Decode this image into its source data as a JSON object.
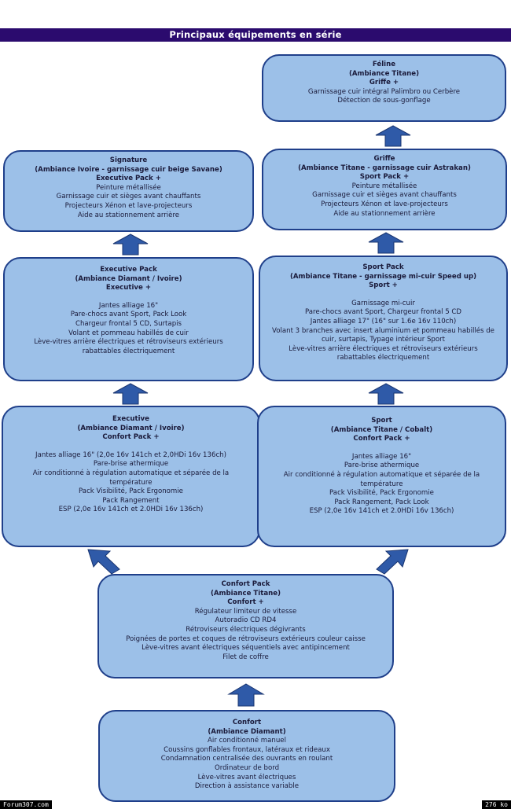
{
  "page_title": "Principaux équipements en série",
  "boxes": {
    "feline": {
      "title": [
        "Féline",
        "(Ambiance Titane)",
        "Griffe +"
      ],
      "items": [
        "Garnissage cuir intégral Palimbro ou Cerbère",
        "Détection de sous-gonflage"
      ]
    },
    "signature": {
      "title": [
        "Signature",
        "(Ambiance Ivoire - garnissage cuir beige Savane)",
        "Executive Pack +"
      ],
      "items": [
        "Peinture métallisée",
        "Garnissage cuir et sièges avant chauffants",
        "Projecteurs Xénon et lave-projecteurs",
        "Aide au stationnement arrière"
      ]
    },
    "griffe": {
      "title": [
        "Griffe",
        "(Ambiance Titane - garnissage cuir Astrakan)",
        "Sport Pack +"
      ],
      "items": [
        "Peinture métallisée",
        "Garnissage cuir et sièges avant chauffants",
        "Projecteurs Xénon et lave-projecteurs",
        "Aide au stationnement arrière"
      ]
    },
    "executive_pack": {
      "title": [
        "Executive Pack",
        "(Ambiance Diamant / Ivoire)",
        "Executive +"
      ],
      "items": [
        "Jantes alliage 16\"",
        "Pare-chocs avant Sport, Pack Look",
        "Chargeur frontal 5 CD, Surtapis",
        "Volant et pommeau habillés de cuir",
        "Lève-vitres arrière électriques et rétroviseurs extérieurs",
        "rabattables électriquement"
      ]
    },
    "sport_pack": {
      "title": [
        "Sport Pack",
        "(Ambiance Titane - garnissage mi-cuir Speed up)",
        "Sport +"
      ],
      "items": [
        "Garnissage mi-cuir",
        "Pare-chocs avant Sport, Chargeur frontal 5 CD",
        "Jantes alliage 17\" (16\" sur 1.6e 16v 110ch)",
        "Volant 3 branches avec insert aluminium et pommeau habillés de",
        "cuir, surtapis, Typage intérieur Sport",
        "Lève-vitres arrière électriques et rétroviseurs extérieurs",
        "rabattables électriquement"
      ]
    },
    "executive": {
      "title": [
        "Executive",
        "(Ambiance Diamant / Ivoire)",
        "Confort Pack +"
      ],
      "items": [
        "Jantes alliage 16\" (2,0e 16v 141ch et 2,0HDi 16v 136ch)",
        "Pare-brise athermique",
        "Air conditionné à régulation automatique et séparée de la",
        "température",
        "Pack Visibilité, Pack Ergonomie",
        "Pack Rangement",
        "ESP (2,0e 16v 141ch et 2.0HDi 16v 136ch)"
      ]
    },
    "sport": {
      "title": [
        "Sport",
        "(Ambiance Titane / Cobalt)",
        "Confort Pack +"
      ],
      "items": [
        "Jantes alliage 16\"",
        "Pare-brise athermique",
        "Air conditionné à régulation automatique et séparée de la",
        "température",
        "Pack Visibilité, Pack Ergonomie",
        "Pack Rangement, Pack Look",
        "ESP (2,0e 16v 141ch et 2.0HDi 16v 136ch)"
      ]
    },
    "confort_pack": {
      "title": [
        "Confort Pack",
        "(Ambiance Titane)",
        "Confort +"
      ],
      "items": [
        "Régulateur limiteur de vitesse",
        "Autoradio CD RD4",
        "Rétroviseurs électriques dégivrants",
        "Poignées de portes et coques de rétroviseurs extérieurs couleur caisse",
        "Lève-vitres avant électriques séquentiels avec antipincement",
        "Filet de coffre"
      ]
    },
    "confort": {
      "title": [
        "Confort",
        "(Ambiance Diamant)"
      ],
      "items": [
        "Air conditionné manuel",
        "Coussins gonflables frontaux, latéraux et rideaux",
        "Condamnation centralisée des ouvrants en roulant",
        "Ordinateur de bord",
        "Lève-vitres avant électriques",
        "Direction à assistance variable"
      ]
    }
  },
  "footer": {
    "left": "Forum307.com",
    "right": "276 ko"
  },
  "colors": {
    "banner": "#2b0b6e",
    "box_fill": "#9cc0e8",
    "box_border": "#1f3f8a",
    "arrow": "#2f5aa8"
  }
}
